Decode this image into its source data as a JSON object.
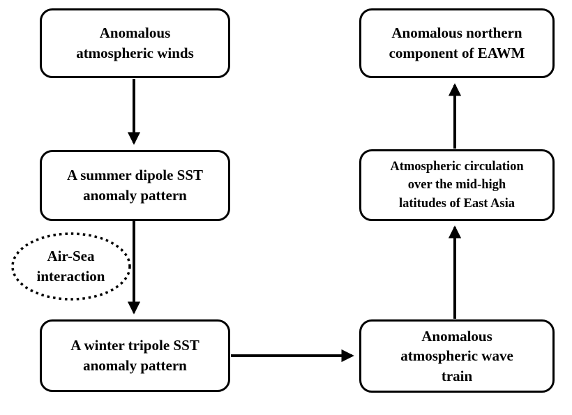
{
  "flowchart": {
    "nodes": [
      {
        "name": "anomalous-atmospheric-winds",
        "label": "Anomalous\natmospheric winds"
      },
      {
        "name": "summer-dipole-sst-pattern",
        "label": "A summer dipole SST\nanomaly pattern"
      },
      {
        "name": "winter-tripole-sst-pattern",
        "label": "A winter tripole SST\nanomaly pattern"
      },
      {
        "name": "anomalous-wave-train",
        "label": "Anomalous\natmospheric wave\ntrain"
      },
      {
        "name": "atmospheric-circulation",
        "label": "Atmospheric circulation\nover the mid-high\nlatitudes of East Asia"
      },
      {
        "name": "anomalous-northern-eawm",
        "label": "Anomalous northern\ncomponent of EAWM"
      }
    ],
    "annotation": {
      "name": "air-sea-interaction",
      "label": "Air-Sea\ninteraction"
    },
    "edges": [
      {
        "from": "anomalous-atmospheric-winds",
        "to": "summer-dipole-sst-pattern",
        "direction": "down"
      },
      {
        "from": "summer-dipole-sst-pattern",
        "to": "winter-tripole-sst-pattern",
        "direction": "down",
        "via": "air-sea-interaction"
      },
      {
        "from": "winter-tripole-sst-pattern",
        "to": "anomalous-wave-train",
        "direction": "right"
      },
      {
        "from": "anomalous-wave-train",
        "to": "atmospheric-circulation",
        "direction": "up"
      },
      {
        "from": "atmospheric-circulation",
        "to": "anomalous-northern-eawm",
        "direction": "up"
      }
    ],
    "colors": {
      "stroke": "#000000",
      "background": "#ffffff",
      "text": "#000000"
    }
  }
}
